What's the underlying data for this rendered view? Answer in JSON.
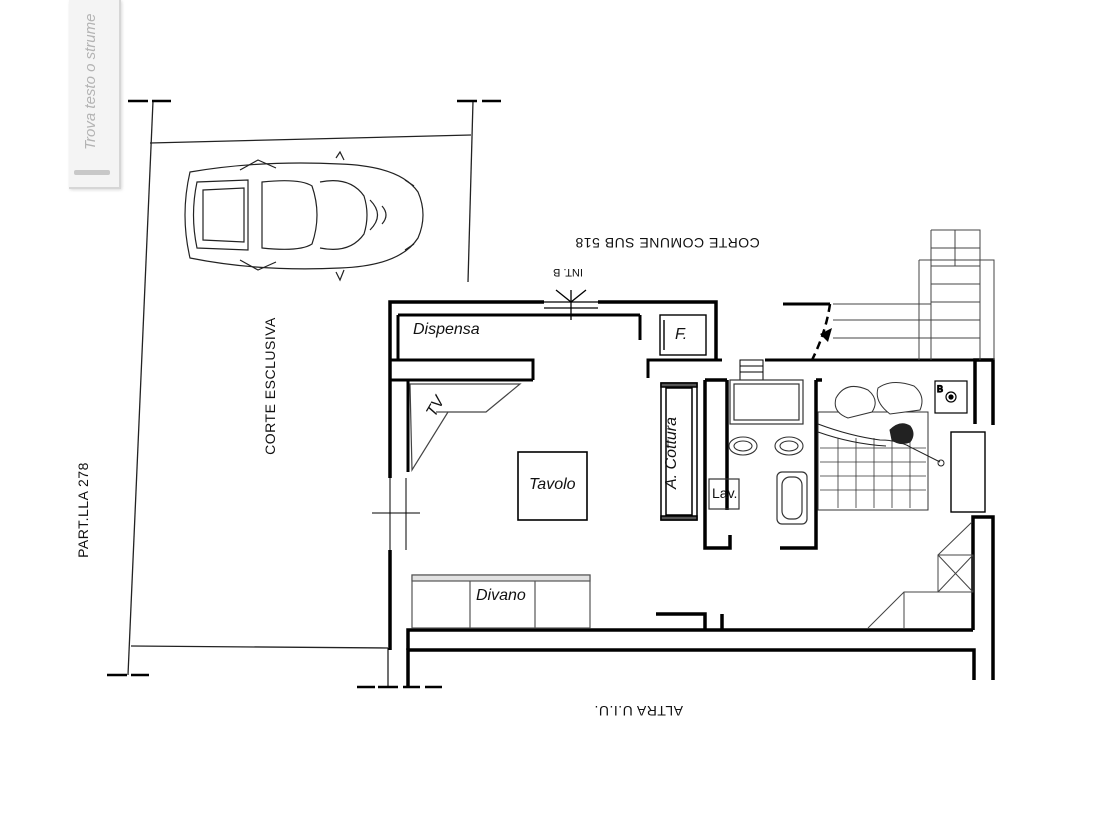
{
  "search": {
    "placeholder": "Trova testo o strume"
  },
  "labels": {
    "dispensa": "Dispensa",
    "frigo": "F.",
    "tv": "TV",
    "tavolo": "Tavolo",
    "cottura": "A. Cottura",
    "lavatrice": "Lav.",
    "divano": "Divano",
    "corte_esclusiva": "CORTE ESCLUSIVA",
    "particella": "PART.LLA 278",
    "corte_comune": "CORTE COMUNE SUB 518",
    "ingresso": "INT. B",
    "altra_uiu": "ALTRA U.I.U."
  },
  "colors": {
    "wall": "#000000",
    "line": "#222222",
    "furniture": "#555555",
    "panel": "#f4f4f4"
  }
}
